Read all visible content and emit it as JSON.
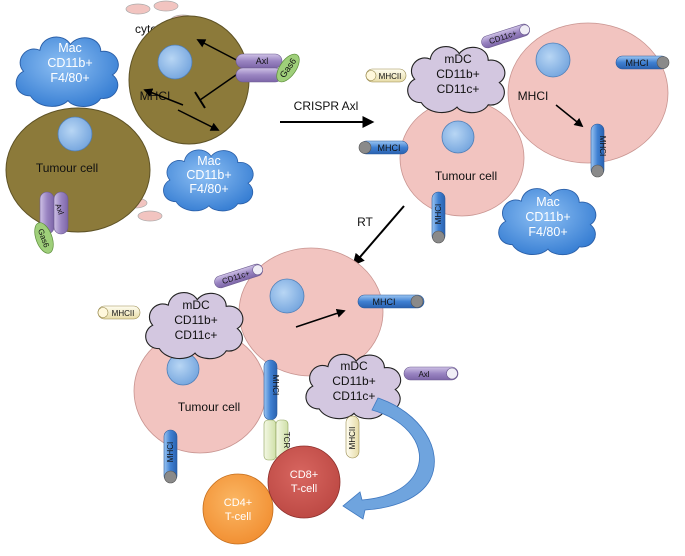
{
  "labels": {
    "cytokines": "cytokines",
    "mhci": "MHCI",
    "mhcii": "MHCII",
    "axl": "Axl",
    "gas6": "Gas6",
    "tumour_cell": "Tumour cell",
    "crispr_axl": "CRISPR Axl",
    "rt": "RT",
    "cd11c": "CD11c+",
    "tcr": "TCR"
  },
  "macrophage": [
    "Mac",
    "CD11b+",
    "F4/80+"
  ],
  "mdc": [
    "mDC",
    "CD11b+",
    "CD11c+"
  ],
  "tcells": {
    "cd4": [
      "CD4+",
      "T-cell"
    ],
    "cd8": [
      "CD8+",
      "T-cell"
    ]
  },
  "colors": {
    "tumour_olive": "#8c7a3a",
    "tumour_pink": "#f2c4c0",
    "nucleus": "#8fb8e6",
    "mac_blue": "#3b86d6",
    "mdc_lilac": "#d3c7e0",
    "receptor_blue": "#4a8ad8",
    "axl_purple": "#9b86c0",
    "gas6_green": "#9fcf7a",
    "cd4_orange": "#f59e42",
    "cd8_red": "#c9534e"
  }
}
